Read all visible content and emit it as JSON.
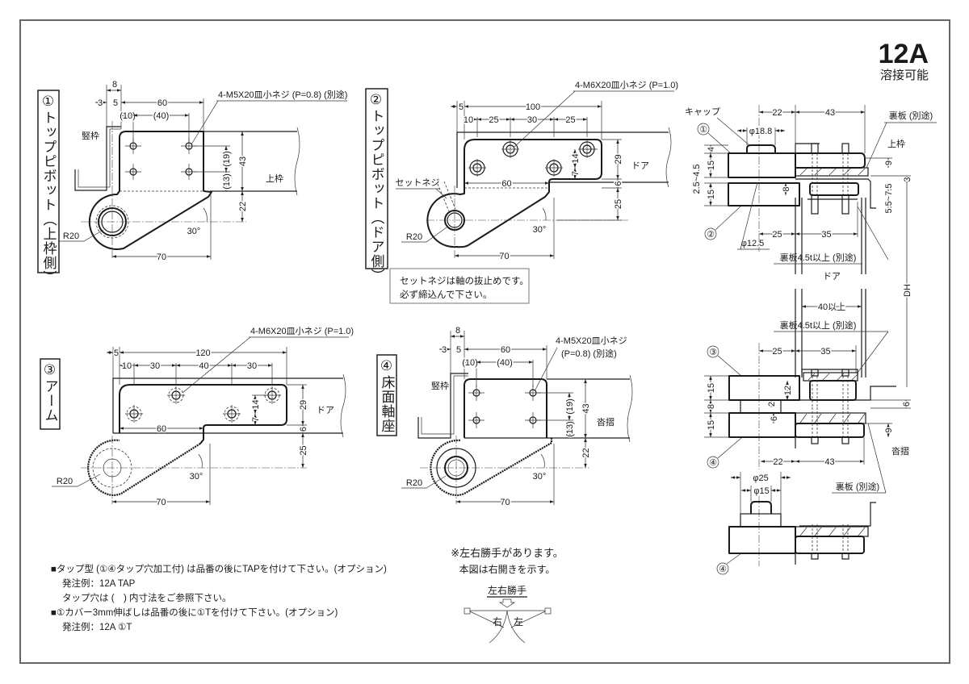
{
  "header": {
    "model": "12A",
    "subtitle": "溶接可能"
  },
  "p1": {
    "label": "①トップピボット（上枠側）",
    "screw": "4-M5X20皿小ネジ (P=0.8) (別途)",
    "frame": "竪枠",
    "head": "上枠",
    "d8": "8",
    "d3": "3",
    "d5": "5",
    "d60": "60",
    "d10": "(10)",
    "d40": "(40)",
    "d43": "43",
    "d22": "22",
    "d19": "(19)",
    "d13": "(13)",
    "r": "R20",
    "ang": "30°",
    "d70": "70"
  },
  "p2": {
    "label": "②トップピボット（ドア側）",
    "screw": "4-M6X20皿小ネジ (P=1.0)",
    "setscrew": "セットネジ",
    "door": "ドア",
    "d5": "5",
    "d100": "100",
    "d10": "10",
    "d25a": "25",
    "d30": "30",
    "d25b": "25",
    "d60": "60",
    "d29": "29",
    "d6": "6",
    "d25": "25",
    "d14": "14",
    "d7": "7",
    "r": "R20",
    "ang": "30°",
    "d70": "70"
  },
  "note": {
    "line1": "セットネジは軸の抜止めです。",
    "line2": "必ず締込んで下さい。"
  },
  "p3": {
    "label": "③アーム",
    "screw": "4-M6X20皿小ネジ (P=1.0)",
    "door": "ドア",
    "d5": "5",
    "d120": "120",
    "d10": "10",
    "d30a": "30",
    "d40": "40",
    "d30b": "30",
    "d60": "60",
    "d29": "29",
    "d6": "6",
    "d25": "25",
    "d14": "14",
    "d7": "7",
    "r": "R20",
    "ang": "30°",
    "d70": "70"
  },
  "p4": {
    "label": "④床面軸座",
    "screw1": "4-M5X20皿小ネジ",
    "screw2": "(P=0.8) (別途)",
    "frame": "竪枠",
    "sill": "沓摺",
    "d8": "8",
    "d3": "3",
    "d5": "5",
    "d60": "60",
    "d10": "(10)",
    "d40": "(40)",
    "d43": "43",
    "d22": "22",
    "d19": "(19)",
    "d13": "(13)",
    "r": "R20",
    "ang": "30°",
    "d70": "70"
  },
  "notes": [
    "■タップ型 (①④タップ穴加工付) は品番の後にTAPを付けて下さい。(オプション)",
    "発注例：12A TAP",
    "タップ穴は (　) 内寸法をご参照下さい。",
    "■①カバー3mm伸ばしは品番の後に①Tを付けて下さい。(オプション)",
    "発注例：12A ①T"
  ],
  "hand": {
    "l1": "※左右勝手があります。",
    "l2": "本図は右開きを示す。",
    "title": "左右勝手",
    "right": "右",
    "left": "左"
  },
  "asm": {
    "cap": "キャップ",
    "n1": "①",
    "n2": "②",
    "n3": "③",
    "n4a": "④",
    "n4b": "④",
    "d22": "22",
    "d43": "43",
    "phi188": "φ18.8",
    "bp": "裏板 (別途)",
    "head": "上枠",
    "d4": "4",
    "d15a": "15",
    "d2545": "2.5~4.5",
    "d15b": "15",
    "d9": "9",
    "d3": "3",
    "d8": "8",
    "d5575": "5.5~7.5",
    "d25": "25",
    "d35": "35",
    "phi125": "φ12.5",
    "bp45a": "裏板4.5t以上 (別途)",
    "door": "ドア",
    "dh": "DH",
    "d40": "40以上",
    "bp45b": "裏板4.5t以上 (別途)",
    "d25b": "25",
    "d35b": "35",
    "d15c": "15",
    "d8b": "8",
    "d15d": "15",
    "d12": "12",
    "d2": "2",
    "d6a": "6",
    "d6b": "6",
    "d9b": "9",
    "sill": "沓摺",
    "d22b": "22",
    "d43b": "43",
    "phi25": "φ25",
    "phi15": "φ15",
    "bp2": "裏板 (別途)"
  }
}
